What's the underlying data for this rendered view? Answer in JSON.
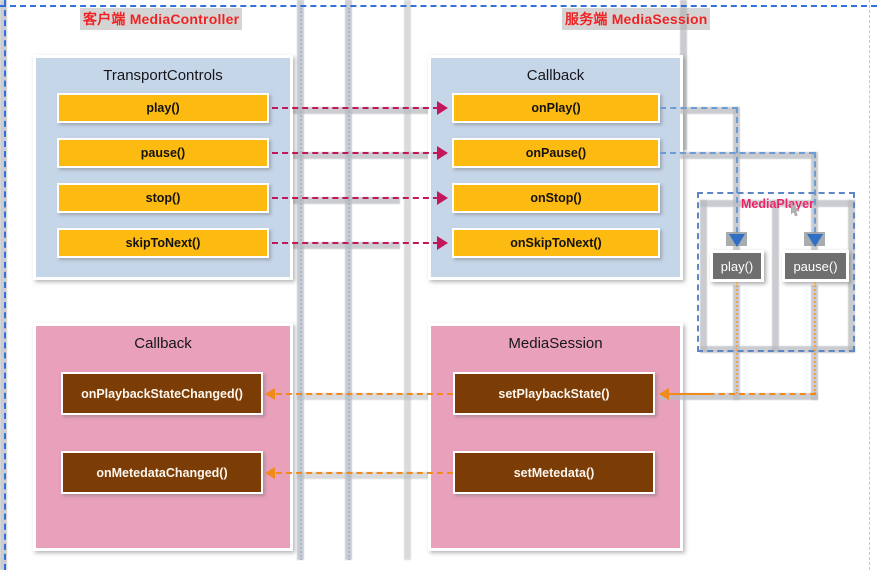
{
  "diagram": {
    "title_left": "客户端 MediaController",
    "title_right": "服务端 MediaSession",
    "mediaplayer_label": "MediaPlayer",
    "colors": {
      "header_text": "#ee2222",
      "panel_blue": "#c6d6e9",
      "panel_pink": "#e9a0bb",
      "button_amber": "#fdba10",
      "button_brown": "#7b3c06",
      "button_grey": "#6f6f6f",
      "arrow_crimson": "#c2185b",
      "arrow_orange": "#f08a1c",
      "arrow_blue": "#6d9cd4",
      "mediaplayer_label": "#ee2266",
      "canvas_border": "#2a6bd8"
    }
  },
  "panels": [
    {
      "id": "transport-controls",
      "title": "TransportControls",
      "style": "blue",
      "items": [
        {
          "label": "play()"
        },
        {
          "label": "pause()"
        },
        {
          "label": "stop()"
        },
        {
          "label": "skipToNext()"
        }
      ]
    },
    {
      "id": "callback-server",
      "title": "Callback",
      "style": "blue",
      "items": [
        {
          "label": "onPlay()"
        },
        {
          "label": "onPause()"
        },
        {
          "label": "onStop()"
        },
        {
          "label": "onSkipToNext()"
        }
      ]
    },
    {
      "id": "callback-client",
      "title": "Callback",
      "style": "pink",
      "items": [
        {
          "label": "onPlaybackStateChanged()"
        },
        {
          "label": "onMetedataChanged()"
        }
      ]
    },
    {
      "id": "media-session",
      "title": "MediaSession",
      "style": "pink",
      "items": [
        {
          "label": "setPlaybackState()"
        },
        {
          "label": "setMetedata()"
        }
      ]
    }
  ],
  "mediaplayer": {
    "label": "MediaPlayer",
    "items": [
      {
        "label": "play()"
      },
      {
        "label": "pause()"
      }
    ]
  },
  "connections": [
    {
      "from": "play()",
      "to": "onPlay()",
      "style": "crimson-dashed"
    },
    {
      "from": "pause()",
      "to": "onPause()",
      "style": "crimson-dashed"
    },
    {
      "from": "stop()",
      "to": "onStop()",
      "style": "crimson-dashed"
    },
    {
      "from": "skipToNext()",
      "to": "onSkipToNext()",
      "style": "crimson-dashed"
    },
    {
      "from": "onPlay()",
      "to": "MediaPlayer.play()",
      "style": "blue-dashed"
    },
    {
      "from": "onPause()",
      "to": "MediaPlayer.pause()",
      "style": "blue-dashed"
    },
    {
      "from": "MediaPlayer.play()",
      "to": "setPlaybackState()",
      "style": "orange-dashed"
    },
    {
      "from": "MediaPlayer.pause()",
      "to": "setPlaybackState()",
      "style": "orange-dashed"
    },
    {
      "from": "setPlaybackState()",
      "to": "onPlaybackStateChanged()",
      "style": "orange-dashed"
    },
    {
      "from": "setMetedata()",
      "to": "onMetedataChanged()",
      "style": "orange-dashed"
    }
  ]
}
